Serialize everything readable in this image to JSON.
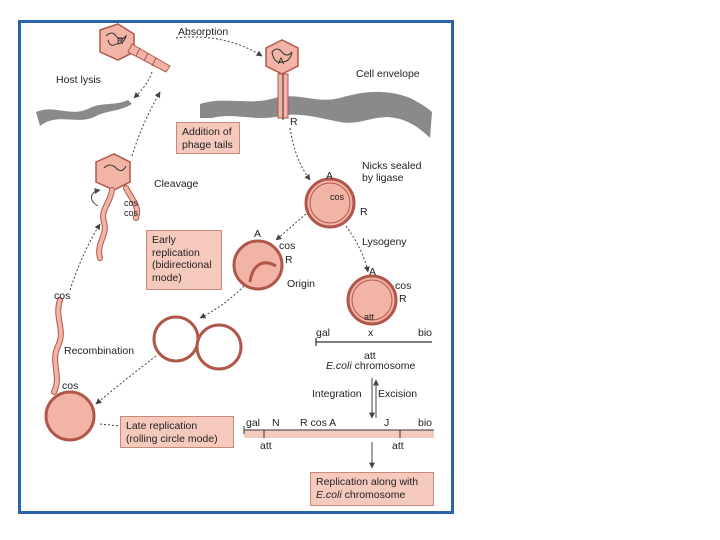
{
  "labels": {
    "absorption": "Absorption",
    "host_lysis": "Host lysis",
    "cell_envelope": "Cell envelope",
    "R_top": "R",
    "A_head": "A",
    "R_head": "R",
    "cleavage": "Cleavage",
    "cos1": "cos",
    "cos2": "cos",
    "nicks_line1": "Nicks sealed",
    "nicks_line2": "by ligase",
    "A_circ": "A",
    "cos_circ": "cos",
    "R_circ": "R",
    "A_early": "A",
    "cos_early": "cos",
    "R_early": "R",
    "origin": "Origin",
    "lysogeny": "Lysogeny",
    "A_lys": "A",
    "cos_lys": "cos",
    "R_lys": "R",
    "att_lys": "att",
    "gal1": "gal",
    "x_mark": "x",
    "bio1": "bio",
    "att1": "att",
    "chrom_prefix": "E.coli",
    "chrom_suffix": "chromosome",
    "cos_tail_top": "cos",
    "cos_tail_bottom": "cos",
    "recombination": "Recombination",
    "integration": "Integration",
    "excision": "Excision",
    "gal2": "gal",
    "N": "N",
    "R_cos_A": "R cos A",
    "J": "J",
    "bio2": "bio",
    "att2": "att",
    "att3": "att"
  },
  "boxes": {
    "tails_line1": "Addition of",
    "tails_line2": "phage tails",
    "early_line1": "Early",
    "early_line2": "replication",
    "early_line3": "(bidirectional",
    "early_line4": "mode)",
    "late_line1": "Late replication",
    "late_line2": "(rolling circle mode)",
    "final_line1": "Replication along with",
    "final_prefix": "E.coli",
    "final_suffix": "chromosome"
  },
  "colors": {
    "frame": "#2a63a8",
    "pink_fill": "#f6c9bd",
    "dna_fill": "#f2b4a6",
    "dna_stroke": "#b0574a",
    "envelope": "#8a8a8a"
  }
}
